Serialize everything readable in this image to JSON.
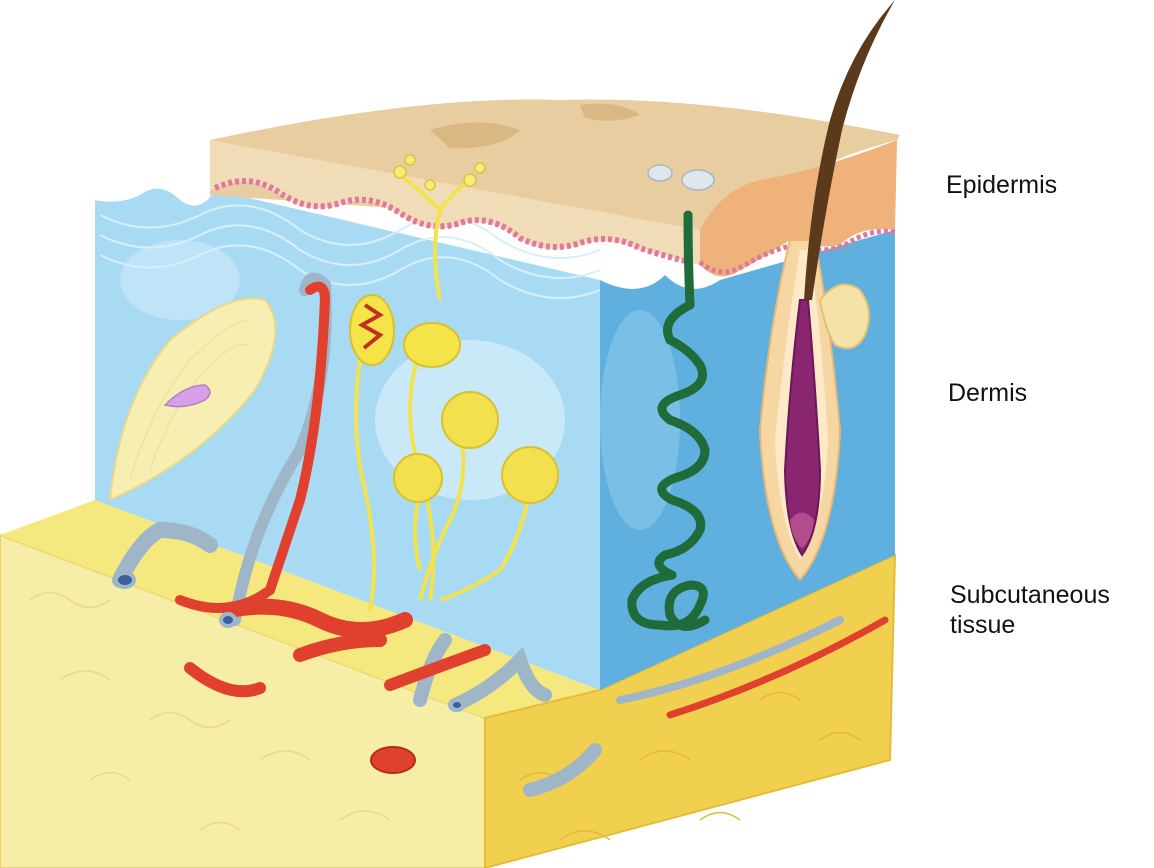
{
  "labels": {
    "epidermis": "Epidermis",
    "dermis": "Dermis",
    "subcutaneous_line1": "Subcutaneous",
    "subcutaneous_line2": "tissue"
  },
  "colors": {
    "epidermis_surface": "#e9cfa2",
    "epidermis_edge": "#f1dcb8",
    "dermis_light": "#a9dcf4",
    "dermis_side": "#5fb0df",
    "subcutaneous": "#f7ea8e",
    "subcutaneous_side": "#f2d25a",
    "artery": "#e0412f",
    "vein": "#9fb6c8",
    "nerve": "#f2e34d",
    "sweat_gland": "#1f6b3a",
    "hair_bulb": "#8a2670",
    "hair_shaft": "#5a3a1a",
    "basal_layer": "#e07aa0"
  }
}
